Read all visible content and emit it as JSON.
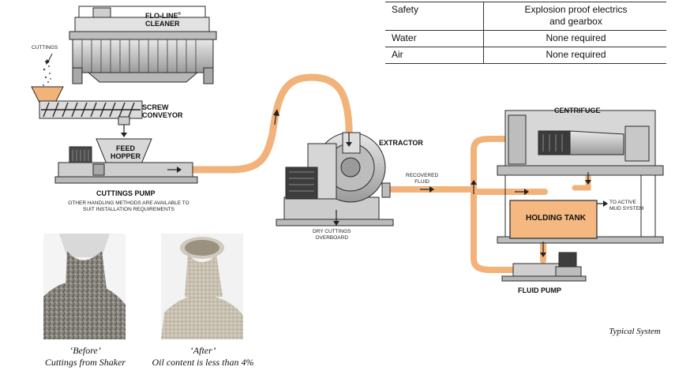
{
  "spec_table": {
    "rows": [
      {
        "label": "Safety",
        "value_line1": "Explosion proof electrics",
        "value_line2": "and gearbox"
      },
      {
        "label": "Water",
        "value_line1": "None required",
        "value_line2": ""
      },
      {
        "label": "Air",
        "value_line1": "None required",
        "value_line2": ""
      }
    ]
  },
  "labels": {
    "flo_line_1": "FLO-LINE",
    "flo_line_reg": "®",
    "flo_line_2": "CLEANER",
    "cuttings": "CUTTINGS",
    "screw_1": "SCREW",
    "screw_2": "CONVEYOR",
    "feed_1": "FEED",
    "feed_2": "HOPPER",
    "cuttings_pump": "CUTTINGS PUMP",
    "other_1": "OTHER HANDLING METHODS ARE AVAILABLE TO",
    "other_2": "SUIT INSTALLATION REQUIREMENTS",
    "extractor": "EXTRACTOR",
    "recovered_1": "RECOVERED",
    "recovered_2": "FLUID",
    "dry_1": "DRY CUTTINGS",
    "dry_2": "OVERBOARD",
    "centrifuge": "CENTRIFUGE",
    "holding_tank": "HOLDING TANK",
    "active_1": "TO ACTIVE",
    "active_2": "MUD SYSTEM",
    "fluid_pump": "FLUID PUMP"
  },
  "captions": {
    "before_title": "‘Before’",
    "before_sub": "Cuttings from Shaker",
    "after_title": "‘After’",
    "after_sub": "Oil content is less than 4%",
    "typical": "Typical System"
  },
  "colors": {
    "pipe": "#f2b37a",
    "tank": "#f4b880",
    "machine": "#c9c9c9",
    "outline": "#2a2a2a"
  }
}
